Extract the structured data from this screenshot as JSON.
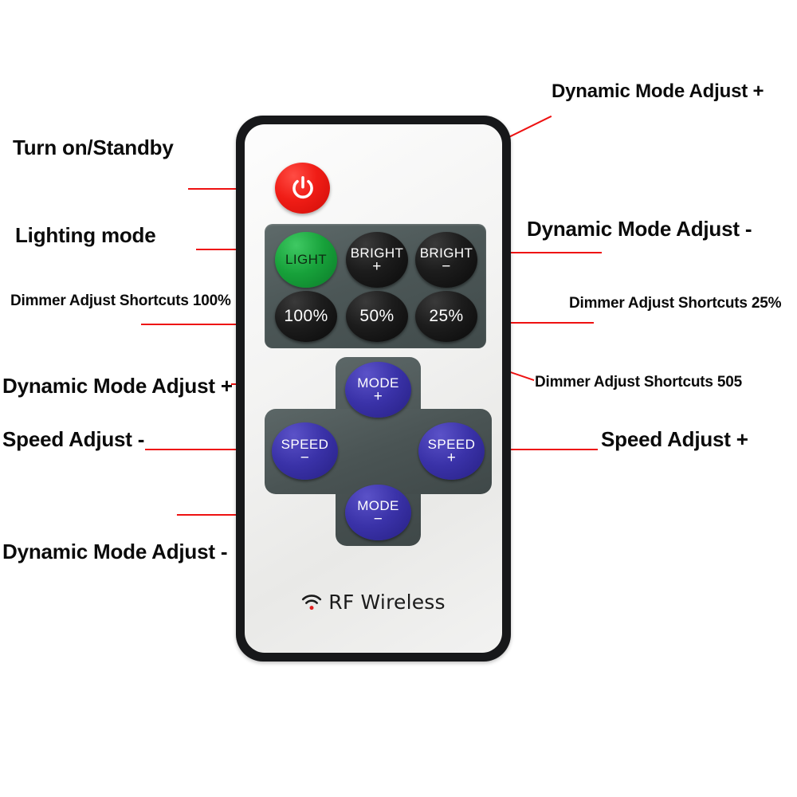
{
  "device": {
    "name": "RF Wireless LED remote control",
    "brand_text": "RF Wireless",
    "brand_icon": "rf-wave-icon",
    "colors": {
      "body": "#17181a",
      "face": "#f3f3f2",
      "power": "#ee1a13",
      "light_key": "#17a13a",
      "dark_key": "#121212",
      "blue_key": "#3a32a8",
      "panel": "#4a5454",
      "leader_line": "#ee1111",
      "label_text": "#0b0b0b"
    }
  },
  "buttons": {
    "power": {
      "label": "",
      "icon": "power-icon"
    },
    "light": {
      "label": "LIGHT",
      "sym": ""
    },
    "bright_up": {
      "label": "BRIGHT",
      "sym": "+"
    },
    "bright_down": {
      "label": "BRIGHT",
      "sym": "−"
    },
    "pct100": {
      "label": "100%",
      "sym": ""
    },
    "pct50": {
      "label": "50%",
      "sym": ""
    },
    "pct25": {
      "label": "25%",
      "sym": ""
    },
    "mode_up": {
      "label": "MODE",
      "sym": "+"
    },
    "mode_down": {
      "label": "MODE",
      "sym": "−"
    },
    "speed_down": {
      "label": "SPEED",
      "sym": "−"
    },
    "speed_up": {
      "label": "SPEED",
      "sym": "+"
    }
  },
  "annotations": {
    "turn_on_standby": "Turn on/Standby",
    "lighting_mode": "Lighting mode",
    "dimmer_100": "Dimmer Adjust Shortcuts 100%",
    "dynamic_mode_plus_left": "Dynamic Mode Adjust +",
    "speed_minus": "Speed Adjust -",
    "dynamic_mode_minus_left": "Dynamic Mode Adjust -",
    "dynamic_mode_plus_right": "Dynamic Mode Adjust +",
    "dynamic_mode_minus_right": "Dynamic Mode Adjust -",
    "dimmer_25": "Dimmer Adjust Shortcuts 25%",
    "dimmer_50": "Dimmer Adjust Shortcuts  505",
    "speed_plus": "Speed Adjust +"
  }
}
